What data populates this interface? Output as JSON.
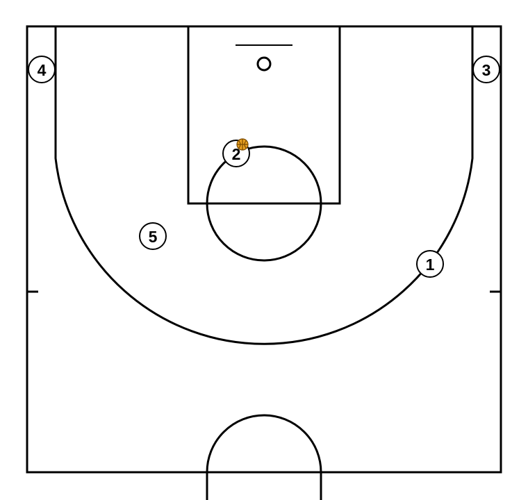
{
  "players": [
    {
      "label": "1"
    },
    {
      "label": "2"
    },
    {
      "label": "3"
    },
    {
      "label": "4"
    },
    {
      "label": "5"
    }
  ],
  "ball": {
    "holder": "2",
    "color": "#e8a020",
    "seam_color": "#7a4a00"
  },
  "colors": {
    "lines": "#000000",
    "background": "#ffffff"
  }
}
